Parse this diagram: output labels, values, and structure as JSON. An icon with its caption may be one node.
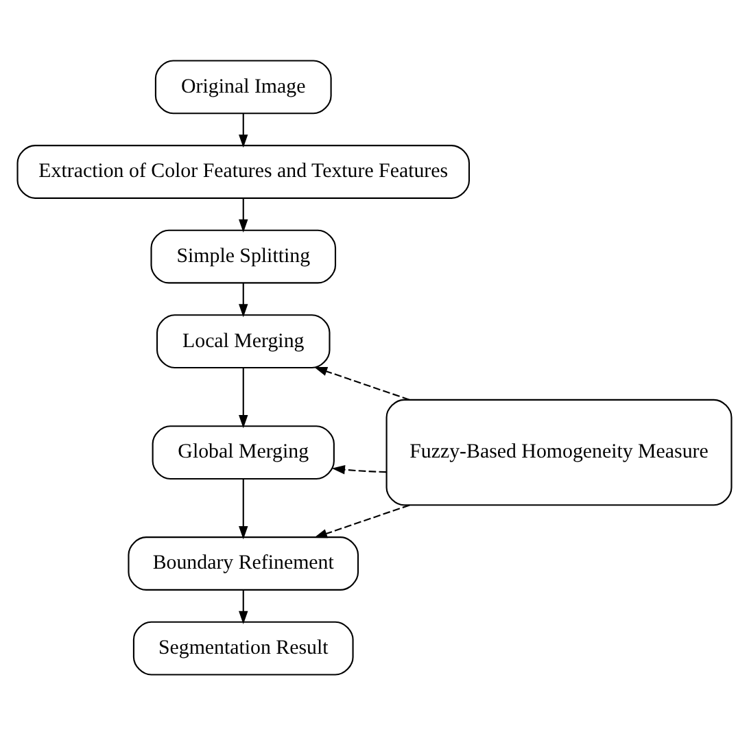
{
  "diagram": {
    "nodes": [
      {
        "text": [
          "Original Image"
        ]
      },
      {
        "text": [
          "Extraction of Color Features and Texture Features"
        ]
      },
      {
        "text": [
          "Simple Splitting"
        ]
      },
      {
        "text": [
          "Local Merging"
        ]
      },
      {
        "text": [
          "Global Merging"
        ]
      },
      {
        "text": [
          "Boundary Refinement"
        ]
      },
      {
        "text": [
          "Segmentation Result"
        ]
      },
      {
        "text": [
          "Fuzzy-Based Homogeneity Measure"
        ]
      }
    ],
    "edges": [
      {
        "from": 0,
        "to": 1,
        "arrow": "to"
      },
      {
        "from": 1,
        "to": 2,
        "arrow": "to"
      },
      {
        "from": 2,
        "to": 3,
        "arrow": "to"
      },
      {
        "from": 3,
        "to": 4,
        "arrow": "to"
      },
      {
        "from": 4,
        "to": 5,
        "arrow": "to"
      },
      {
        "from": 5,
        "to": 6,
        "arrow": "to"
      },
      {
        "from": 7,
        "to": 3,
        "arrow": "to",
        "style": "dashed"
      },
      {
        "from": 7,
        "to": 4,
        "arrow": "to",
        "style": "dashed"
      },
      {
        "from": 7,
        "to": 5,
        "arrow": "to",
        "style": "dashed"
      }
    ]
  }
}
